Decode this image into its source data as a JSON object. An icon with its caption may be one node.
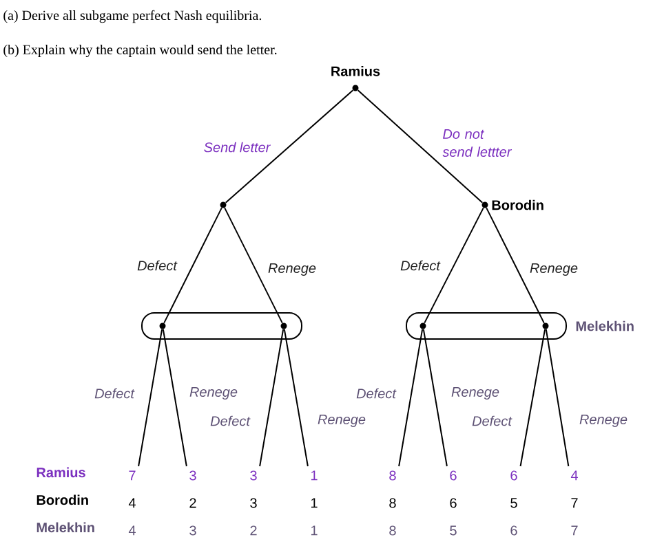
{
  "diagram": {
    "nodes": [
      {
        "text": [],
        "shape": "circle",
        "beside": [
          "Ramius"
        ]
      },
      {
        "text": [],
        "shape": "circle"
      },
      {
        "text": [],
        "shape": "circle",
        "beside": [
          "Borodin"
        ]
      },
      {
        "text": [],
        "shape": "oval"
      },
      {
        "text": [],
        "shape": "circle",
        "in": 3
      },
      {
        "text": [],
        "shape": "circle",
        "in": 3
      },
      {
        "text": [],
        "shape": "oval",
        "beside": [
          "Melekhin"
        ]
      },
      {
        "text": [],
        "shape": "circle",
        "in": 6
      },
      {
        "text": [],
        "shape": "circle",
        "in": 6
      },
      {
        "text": [
          "7",
          "4",
          "4"
        ]
      },
      {
        "text": [
          "3",
          "2",
          "3"
        ]
      },
      {
        "text": [
          "3",
          "3",
          "2"
        ]
      },
      {
        "text": [
          "1",
          "1",
          "1"
        ]
      },
      {
        "text": [
          "8",
          "8",
          "8"
        ]
      },
      {
        "text": [
          "6",
          "6",
          "5"
        ]
      },
      {
        "text": [
          "6",
          "5",
          "6"
        ]
      },
      {
        "text": [
          "4",
          "7",
          "7"
        ]
      }
    ],
    "edges": [
      {
        "from": 0,
        "to": 1,
        "arrow": "none",
        "label": "Send letter"
      },
      {
        "from": 0,
        "to": 2,
        "arrow": "none",
        "label": "Do not send lettter"
      },
      {
        "from": 1,
        "to": 4,
        "arrow": "none",
        "label": "Defect"
      },
      {
        "from": 1,
        "to": 5,
        "arrow": "none",
        "label": "Renege"
      },
      {
        "from": 2,
        "to": 7,
        "arrow": "none",
        "label": "Defect"
      },
      {
        "from": 2,
        "to": 8,
        "arrow": "none",
        "label": "Renege"
      },
      {
        "from": 4,
        "to": 9,
        "arrow": "none",
        "label": "Defect"
      },
      {
        "from": 4,
        "to": 10,
        "arrow": "none",
        "label": "Renege"
      },
      {
        "from": 5,
        "to": 11,
        "arrow": "none",
        "label": "Defect"
      },
      {
        "from": 5,
        "to": 12,
        "arrow": "none",
        "label": "Renege"
      },
      {
        "from": 7,
        "to": 13,
        "arrow": "none",
        "label": "Defect"
      },
      {
        "from": 7,
        "to": 14,
        "arrow": "none",
        "label": "Renege"
      },
      {
        "from": 8,
        "to": 15,
        "arrow": "none",
        "label": "Defect"
      },
      {
        "from": 8,
        "to": 16,
        "arrow": "none",
        "label": "Renege"
      }
    ],
    "labels": [
      "(a) Derive all subgame perfect Nash equilibria.",
      "(b) Explain why the captain would send the letter.",
      "Ramius",
      "Borodin",
      "Melekhin"
    ]
  }
}
